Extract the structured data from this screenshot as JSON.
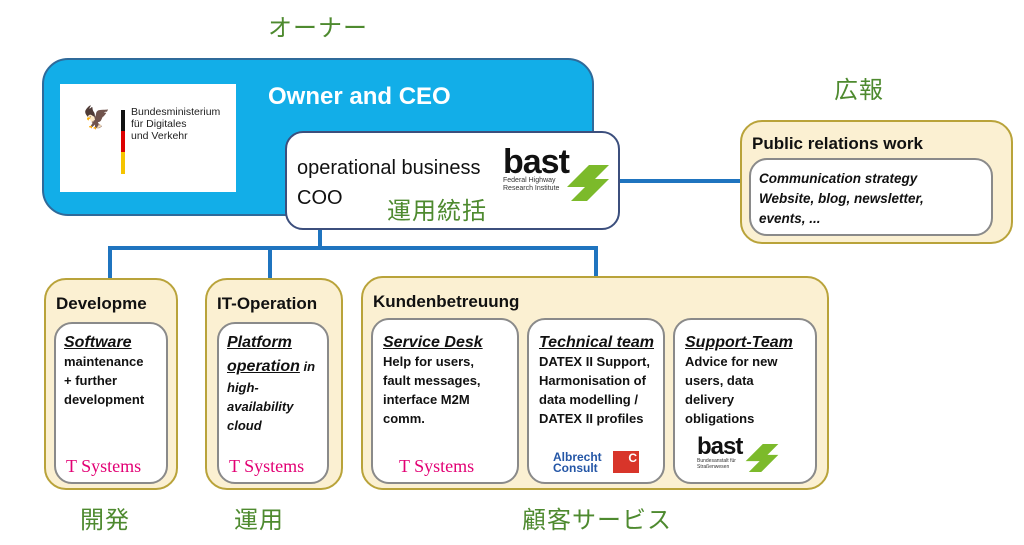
{
  "labels_jp": {
    "owner": "オーナー",
    "pr": "広報",
    "coo": "運用統括",
    "development": "開発",
    "operation": "運用",
    "customer_service": "顧客サービス"
  },
  "owner": {
    "title": "Owner and CEO",
    "ministry_logo": {
      "icon": "federal-eagle-icon",
      "lines": [
        "Bundesministerium",
        "für Digitales",
        "und Verkehr"
      ],
      "flag_colors": [
        "#111111",
        "#dd0000",
        "#f5c400"
      ]
    }
  },
  "coo": {
    "line1": "operational business",
    "line2": "COO",
    "logo": {
      "word": "bast",
      "sub1": "Federal Highway",
      "sub2": "Research Institute"
    }
  },
  "pr": {
    "header": "Public relations work",
    "lines": [
      "Communication strategy",
      "Website, blog, newsletter,",
      "events, ..."
    ]
  },
  "development": {
    "header": "Developme",
    "title": "Software",
    "lines": [
      "maintenance",
      "+ further",
      "development"
    ],
    "logo": "T Systems"
  },
  "it_operation": {
    "header": "IT-Operation",
    "title1": "Platform",
    "title2": "operation",
    "title2_suffix": " in",
    "lines": [
      "high-",
      "availability",
      "cloud"
    ],
    "logo": "T Systems"
  },
  "customer": {
    "header": "Kundenbetreuung",
    "service_desk": {
      "title": "Service Desk",
      "lines": [
        "Help for users,",
        "fault messages,",
        "interface M2M",
        "comm."
      ],
      "logo": "T Systems"
    },
    "technical_team": {
      "title": "Technical team",
      "lines": [
        "DATEX II Support,",
        "Harmonisation of",
        "data modelling /",
        "DATEX II profiles"
      ],
      "logo": {
        "line1": "Albrecht",
        "line2": "Consult",
        "badge": "C"
      }
    },
    "support_team": {
      "title": "Support-Team",
      "lines": [
        "Advice for new",
        "users, data",
        "delivery",
        "obligations"
      ],
      "logo": {
        "word": "bast",
        "sub1": "Bundesanstalt für",
        "sub2": "Straßenwesen"
      }
    }
  },
  "colors": {
    "owner_bg": "#12aee8",
    "connector": "#1f74bf",
    "outer_box_bg": "#fbf0d2",
    "outer_box_border": "#b9a33a",
    "jp_label": "#4e8a2f",
    "tsystems": "#e20074",
    "bast_green": "#7cba2b"
  }
}
